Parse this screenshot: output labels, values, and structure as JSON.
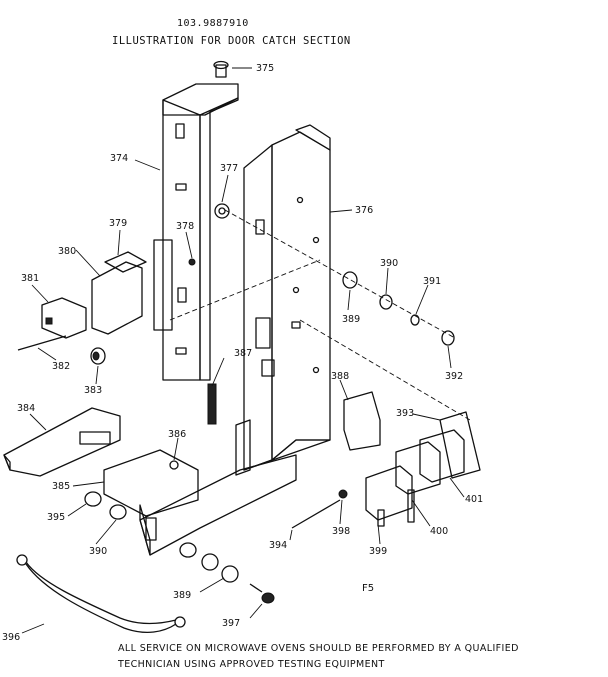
{
  "header": {
    "model_number": "103.9887910",
    "title": "ILLUSTRATION FOR DOOR CATCH SECTION"
  },
  "callouts": [
    {
      "id": "c375",
      "label": "375"
    },
    {
      "id": "c374",
      "label": "374"
    },
    {
      "id": "c377",
      "label": "377"
    },
    {
      "id": "c376",
      "label": "376"
    },
    {
      "id": "c379",
      "label": "379"
    },
    {
      "id": "c378",
      "label": "378"
    },
    {
      "id": "c380",
      "label": "380"
    },
    {
      "id": "c381",
      "label": "381"
    },
    {
      "id": "c390a",
      "label": "390"
    },
    {
      "id": "c391",
      "label": "391"
    },
    {
      "id": "c389a",
      "label": "389"
    },
    {
      "id": "c382",
      "label": "382"
    },
    {
      "id": "c387",
      "label": "387"
    },
    {
      "id": "c392",
      "label": "392"
    },
    {
      "id": "c383",
      "label": "383"
    },
    {
      "id": "c388",
      "label": "388"
    },
    {
      "id": "c384",
      "label": "384"
    },
    {
      "id": "c393",
      "label": "393"
    },
    {
      "id": "c386",
      "label": "386"
    },
    {
      "id": "c385",
      "label": "385"
    },
    {
      "id": "c401",
      "label": "401"
    },
    {
      "id": "c395",
      "label": "395"
    },
    {
      "id": "c390b",
      "label": "390"
    },
    {
      "id": "c400",
      "label": "400"
    },
    {
      "id": "c394",
      "label": "394"
    },
    {
      "id": "c398",
      "label": "398"
    },
    {
      "id": "c399",
      "label": "399"
    },
    {
      "id": "c389b",
      "label": "389"
    },
    {
      "id": "c397",
      "label": "397"
    },
    {
      "id": "c396",
      "label": "396"
    }
  ],
  "sheet_code": "F5",
  "footer": {
    "line1": "ALL SERVICE ON MICROWAVE OVENS SHOULD BE PERFORMED BY A QUALIFIED",
    "line2": "TECHNICIAN USING APPROVED TESTING EQUIPMENT"
  }
}
